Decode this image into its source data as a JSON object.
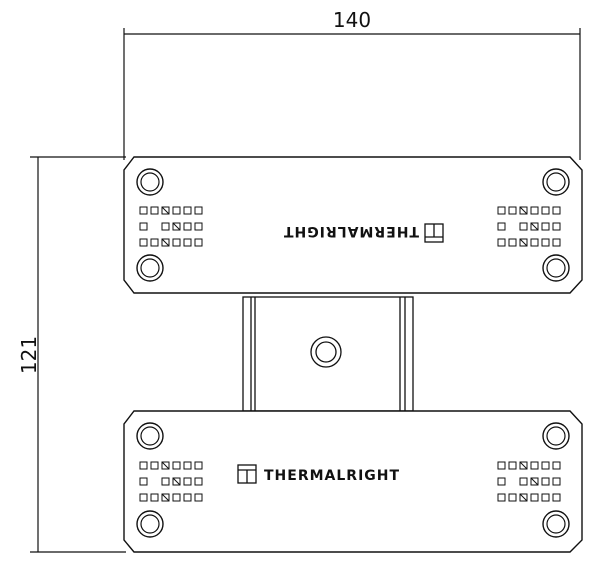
{
  "dimensions": {
    "width_label": "140",
    "height_label": "121"
  },
  "plates": {
    "top": {
      "brand_text": "THERMALRIGHT",
      "mirrored": true
    },
    "bottom": {
      "brand_text": "THERMALRIGHT",
      "mirrored": false
    }
  },
  "colors": {
    "line": "#111111",
    "background": "#ffffff"
  }
}
